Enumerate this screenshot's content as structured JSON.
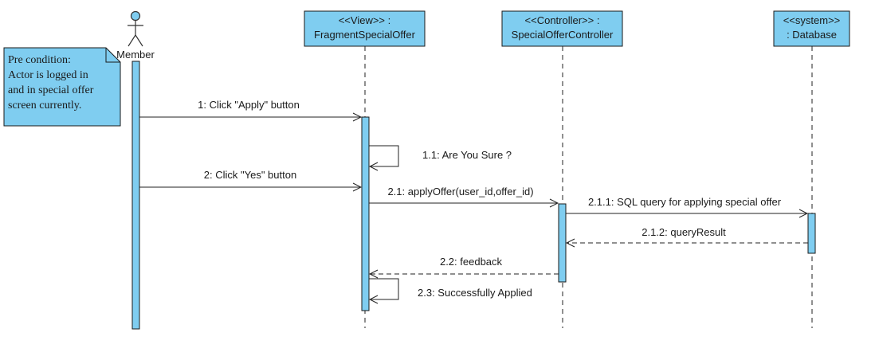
{
  "colors": {
    "fill": "#7fcdf0",
    "stroke": "#1a1a1a",
    "line": "#222222"
  },
  "actor": {
    "label": "Member",
    "icon": "stick-figure-icon"
  },
  "lifelines": [
    {
      "stereotype": "<<View>> :",
      "name": "FragmentSpecialOffer"
    },
    {
      "stereotype": "<<Controller>> :",
      "name": "SpecialOfferController"
    },
    {
      "stereotype": "<<system>>",
      "name": ": Database"
    }
  ],
  "note": {
    "lines": [
      "Pre condition:",
      "Actor is logged in",
      "and in special offer",
      "screen currently."
    ]
  },
  "messages": [
    {
      "label": "1: Click \"Apply\" button",
      "kind": "sync"
    },
    {
      "label": "1.1: Are You Sure ?",
      "kind": "self"
    },
    {
      "label": "2: Click \"Yes\" button",
      "kind": "sync"
    },
    {
      "label": "2.1: applyOffer(user_id,offer_id)",
      "kind": "sync"
    },
    {
      "label": "2.1.1: SQL query for applying special offer",
      "kind": "sync"
    },
    {
      "label": "2.1.2: queryResult",
      "kind": "return"
    },
    {
      "label": "2.2: feedback",
      "kind": "return"
    },
    {
      "label": "2.3: Successfully Applied",
      "kind": "self"
    }
  ]
}
